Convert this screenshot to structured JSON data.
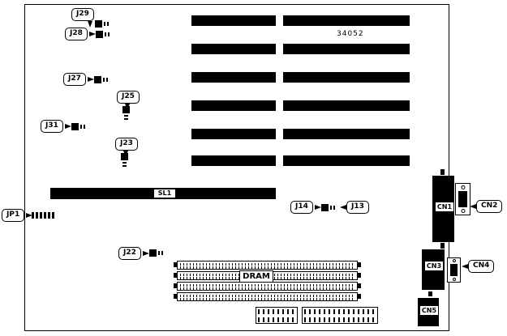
{
  "diagram": {
    "part_number": "34052",
    "callouts": {
      "j29": "J29",
      "j28": "J28",
      "j27": "J27",
      "j25": "J25",
      "j31": "J31",
      "j23": "J23",
      "j22": "J22",
      "j14": "J14",
      "j13": "J13",
      "jp1": "JP1",
      "cn2": "CN2",
      "cn4": "CN4"
    },
    "onboard_labels": {
      "sl1": "SL1",
      "dram": "DRAM",
      "cn1": "CN1",
      "cn3": "CN3",
      "cn5": "CN5"
    },
    "colors": {
      "component": "#000000",
      "background": "#ffffff"
    }
  }
}
